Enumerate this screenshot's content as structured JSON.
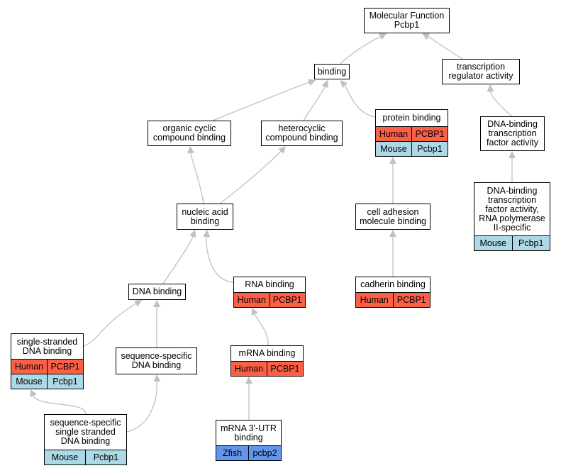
{
  "colors": {
    "edge": "#c0c0c0",
    "human": "#fb6047",
    "mouse": "#add8e6",
    "zfish": "#6495ed"
  },
  "nodes": [
    {
      "id": "molecular-function",
      "label": "Molecular Function\nPcbp1",
      "annotations": []
    },
    {
      "id": "binding",
      "label": "binding",
      "annotations": []
    },
    {
      "id": "transcription-regulator-activity",
      "label": "transcription\nregulator activity",
      "annotations": []
    },
    {
      "id": "organic-cyclic-compound-binding",
      "label": "organic cyclic\ncompound binding",
      "annotations": []
    },
    {
      "id": "heterocyclic-compound-binding",
      "label": "heterocyclic\ncompound binding",
      "annotations": []
    },
    {
      "id": "protein-binding",
      "label": "protein binding",
      "annotations": [
        {
          "species": "Human",
          "gene": "PCBP1",
          "color": "human"
        },
        {
          "species": "Mouse",
          "gene": "Pcbp1",
          "color": "mouse"
        }
      ]
    },
    {
      "id": "dna-binding-tf-activity",
      "label": "DNA-binding\ntranscription\nfactor activity",
      "annotations": []
    },
    {
      "id": "nucleic-acid-binding",
      "label": "nucleic acid\nbinding",
      "annotations": []
    },
    {
      "id": "cell-adhesion-molecule-binding",
      "label": "cell adhesion\nmolecule binding",
      "annotations": []
    },
    {
      "id": "dna-binding-tf-activity-rnap2",
      "label": "DNA-binding\ntranscription\nfactor activity,\nRNA polymerase\nII-specific",
      "annotations": [
        {
          "species": "Mouse",
          "gene": "Pcbp1",
          "color": "mouse"
        }
      ]
    },
    {
      "id": "dna-binding",
      "label": "DNA binding",
      "annotations": []
    },
    {
      "id": "rna-binding",
      "label": "RNA binding",
      "annotations": [
        {
          "species": "Human",
          "gene": "PCBP1",
          "color": "human"
        }
      ]
    },
    {
      "id": "cadherin-binding",
      "label": "cadherin binding",
      "annotations": [
        {
          "species": "Human",
          "gene": "PCBP1",
          "color": "human"
        }
      ]
    },
    {
      "id": "single-stranded-dna-binding",
      "label": "single-stranded\nDNA binding",
      "annotations": [
        {
          "species": "Human",
          "gene": "PCBP1",
          "color": "human"
        },
        {
          "species": "Mouse",
          "gene": "Pcbp1",
          "color": "mouse"
        }
      ]
    },
    {
      "id": "sequence-specific-dna-binding",
      "label": "sequence-specific\nDNA binding",
      "annotations": []
    },
    {
      "id": "mrna-binding",
      "label": "mRNA binding",
      "annotations": [
        {
          "species": "Human",
          "gene": "PCBP1",
          "color": "human"
        }
      ]
    },
    {
      "id": "sequence-specific-ss-dna-binding",
      "label": "sequence-specific\nsingle stranded\nDNA binding",
      "annotations": [
        {
          "species": "Mouse",
          "gene": "Pcbp1",
          "color": "mouse"
        }
      ]
    },
    {
      "id": "mrna-3utr-binding",
      "label": "mRNA 3'-UTR\nbinding",
      "annotations": [
        {
          "species": "Zfish",
          "gene": "pcbp2",
          "color": "zfish"
        }
      ]
    }
  ],
  "edges": [
    {
      "from": "binding",
      "to": "molecular-function"
    },
    {
      "from": "transcription-regulator-activity",
      "to": "molecular-function"
    },
    {
      "from": "organic-cyclic-compound-binding",
      "to": "binding"
    },
    {
      "from": "heterocyclic-compound-binding",
      "to": "binding"
    },
    {
      "from": "protein-binding",
      "to": "binding"
    },
    {
      "from": "dna-binding-tf-activity",
      "to": "transcription-regulator-activity"
    },
    {
      "from": "nucleic-acid-binding",
      "to": "organic-cyclic-compound-binding"
    },
    {
      "from": "nucleic-acid-binding",
      "to": "heterocyclic-compound-binding"
    },
    {
      "from": "cell-adhesion-molecule-binding",
      "to": "protein-binding"
    },
    {
      "from": "dna-binding-tf-activity-rnap2",
      "to": "dna-binding-tf-activity"
    },
    {
      "from": "dna-binding",
      "to": "nucleic-acid-binding"
    },
    {
      "from": "rna-binding",
      "to": "nucleic-acid-binding"
    },
    {
      "from": "cadherin-binding",
      "to": "cell-adhesion-molecule-binding"
    },
    {
      "from": "single-stranded-dna-binding",
      "to": "dna-binding"
    },
    {
      "from": "sequence-specific-dna-binding",
      "to": "dna-binding"
    },
    {
      "from": "mrna-binding",
      "to": "rna-binding"
    },
    {
      "from": "sequence-specific-ss-dna-binding",
      "to": "single-stranded-dna-binding"
    },
    {
      "from": "sequence-specific-ss-dna-binding",
      "to": "sequence-specific-dna-binding"
    },
    {
      "from": "mrna-3utr-binding",
      "to": "mrna-binding"
    }
  ]
}
